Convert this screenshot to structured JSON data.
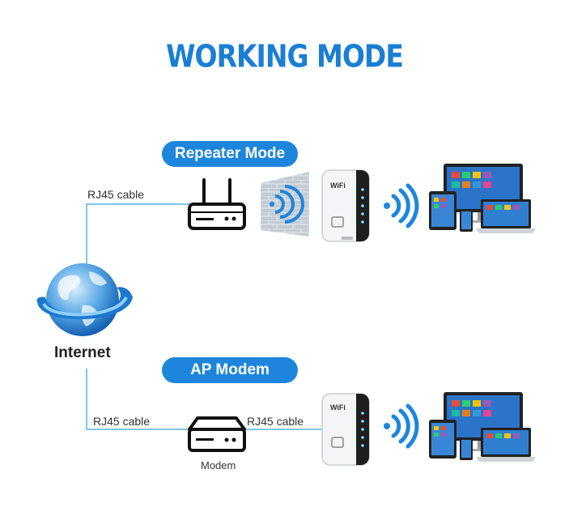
{
  "title": "WORKING MODE",
  "modes": {
    "repeater": {
      "label": "Repeater Mode"
    },
    "ap": {
      "label": "AP Modem"
    }
  },
  "cable_label": "RJ45 cable",
  "internet_label": "Internet",
  "modem_label": "Modem",
  "device_text": "WiFi",
  "colors": {
    "accent": "#1d86dc",
    "wire": "#7fc6ea",
    "wall": "#bfc7cf"
  },
  "icons": [
    "globe-icon",
    "router-icon",
    "modem-icon",
    "repeater-icon",
    "wifi-waves-icon",
    "monitor-icon",
    "laptop-icon",
    "tablet-icon",
    "phone-icon",
    "brick-wall-icon"
  ]
}
